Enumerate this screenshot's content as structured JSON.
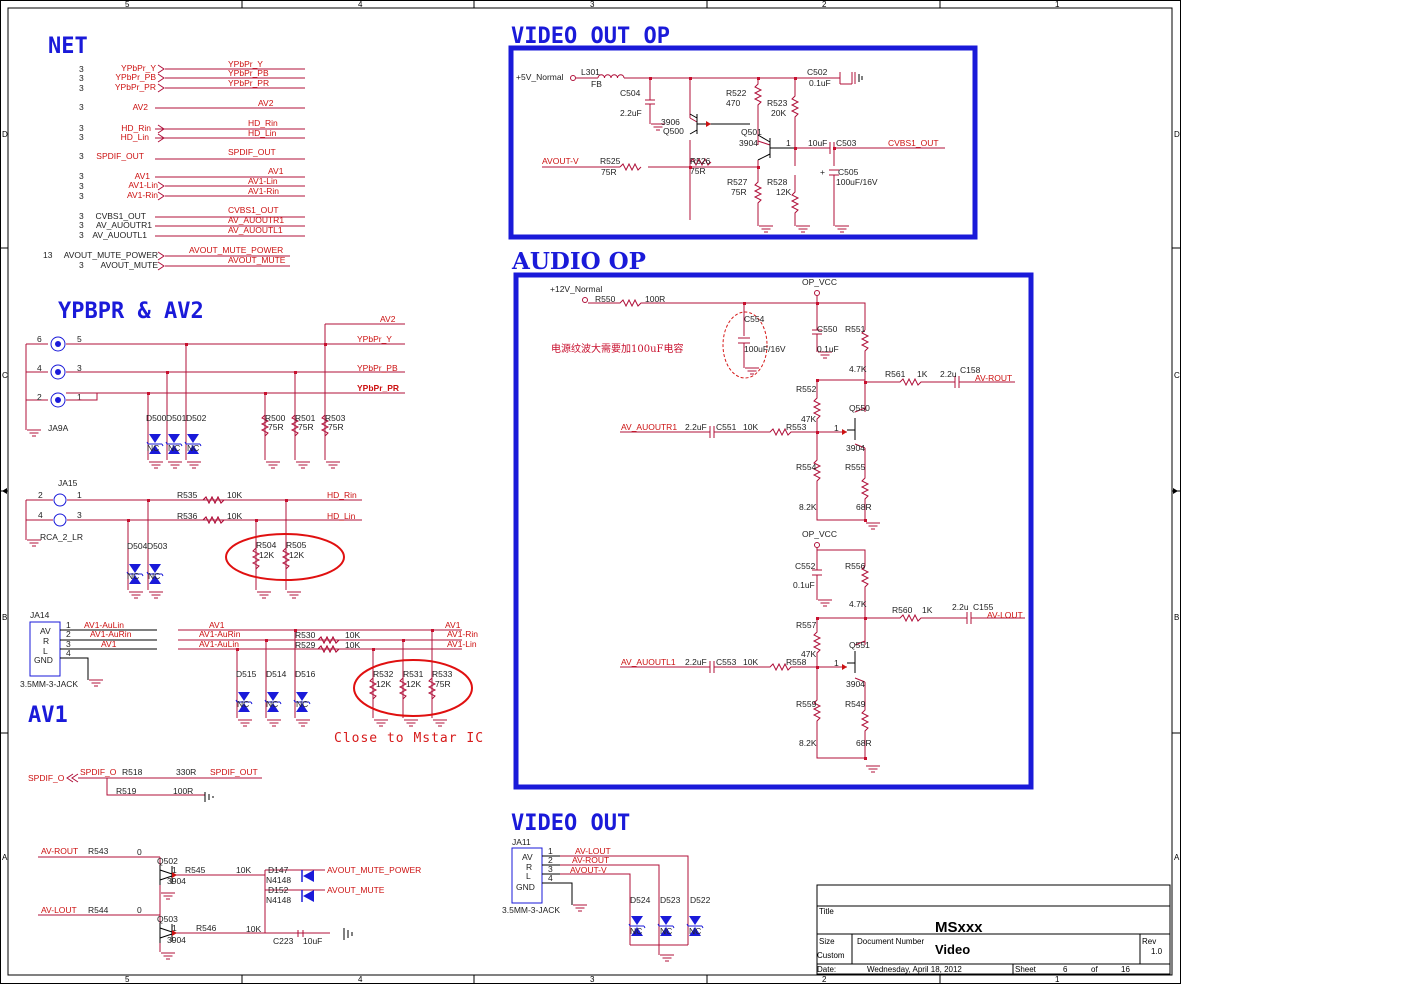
{
  "titles": {
    "net": "NET",
    "ypbpr": "YPBPR & AV2",
    "av1": "AV1",
    "video_out_op": "VIDEO OUT OP",
    "audio_op": "AUDIO OP",
    "video_out": "VIDEO OUT"
  },
  "border": {
    "cols": [
      "5",
      "4",
      "3",
      "2",
      "1"
    ],
    "rows": [
      "D",
      "C",
      "B",
      "A"
    ]
  },
  "net_list": [
    {
      "page": "3",
      "port": "YPbPr_Y",
      "net": "YPbPr_Y"
    },
    {
      "page": "3",
      "port": "YPbPr_PB",
      "net": "YPbPr_PB"
    },
    {
      "page": "3",
      "port": "YPbPr_PR",
      "net": "YPbPr_PR"
    },
    {
      "page": "3",
      "port": "AV2",
      "net": "AV2"
    },
    {
      "page": "3",
      "port": "HD_Rin",
      "net": "HD_Rin"
    },
    {
      "page": "3",
      "port": "HD_Lin",
      "net": "HD_Lin"
    },
    {
      "page": "3",
      "port": "SPDIF_OUT",
      "net": "SPDIF_OUT"
    },
    {
      "page": "3",
      "port": "AV1",
      "net": "AV1"
    },
    {
      "page": "3",
      "port": "AV1-Lin",
      "net": "AV1-Lin"
    },
    {
      "page": "3",
      "port": "AV1-Rin",
      "net": "AV1-Rin"
    },
    {
      "page": "3",
      "port": "CVBS1_OUT",
      "net": "CVBS1_OUT"
    },
    {
      "page": "3",
      "port": "AV_AUOUTR1",
      "net": "AV_AUOUTR1"
    },
    {
      "page": "3",
      "port": "AV_AUOUTL1",
      "net": "AV_AUOUTL1"
    },
    {
      "page": "13",
      "port": "AVOUT_MUTE_POWER",
      "net": "AVOUT_MUTE_POWER"
    },
    {
      "page": "3",
      "port": "AVOUT_MUTE",
      "net": "AVOUT_MUTE"
    }
  ],
  "ypbpr": {
    "jack": "JA9A",
    "pins": [
      {
        "l": "6",
        "r": "5"
      },
      {
        "l": "4",
        "r": "3"
      },
      {
        "l": "2",
        "r": "1"
      }
    ],
    "nets": [
      "AV2",
      "YPbPr_Y",
      "YPbPr_PB",
      "YPbPr_PR"
    ],
    "diodes": [
      "D500",
      "D501",
      "D502"
    ],
    "resistors": [
      {
        "ref": "R500",
        "val": "75R"
      },
      {
        "ref": "R501",
        "val": "75R"
      },
      {
        "ref": "R503",
        "val": "75R"
      }
    ],
    "nc": "NC"
  },
  "hd": {
    "jack_ref": "JA15",
    "jack": "RCA_2_LR",
    "pins": [
      {
        "l": "2",
        "r": "1"
      },
      {
        "l": "4",
        "r": "3"
      }
    ],
    "res_a": {
      "ref": "R535",
      "val": "10K"
    },
    "res_b": {
      "ref": "R536",
      "val": "10K"
    },
    "nets": [
      "HD_Rin",
      "HD_Lin"
    ],
    "diodes": [
      "D504",
      "D503"
    ],
    "pulldowns": [
      {
        "ref": "R504",
        "val": "12K"
      },
      {
        "ref": "R505",
        "val": "12K"
      }
    ]
  },
  "av1": {
    "jack_ref": "JA14",
    "jack": "3.5MM-3-JACK",
    "jack_labels": [
      "AV",
      "R",
      "L",
      "GND"
    ],
    "pins": [
      "1",
      "2",
      "3",
      "4"
    ],
    "pin_nets": [
      "AV1-AuLin",
      "AV1-AuRin",
      "AV1"
    ],
    "left_nets": [
      "AV1",
      "AV1-AuRin",
      "AV1-AuLin"
    ],
    "series": [
      {
        "ref": "R530",
        "val": "10K"
      },
      {
        "ref": "R529",
        "val": "10K"
      }
    ],
    "right_nets": [
      "AV1",
      "AV1-Rin",
      "AV1-Lin"
    ],
    "diodes": [
      "D515",
      "D514",
      "D516"
    ],
    "pulldowns": [
      {
        "ref": "R532",
        "val": "12K"
      },
      {
        "ref": "R531",
        "val": "12K"
      },
      {
        "ref": "R533",
        "val": "75R"
      }
    ],
    "note": "Close to Mstar IC"
  },
  "spdif": {
    "port": "SPDIF_O",
    "net_in": "SPDIF_O",
    "r1": {
      "ref": "R518",
      "val": "330R"
    },
    "net_out": "SPDIF_OUT",
    "r2": {
      "ref": "R519",
      "val": "100R"
    }
  },
  "mute": {
    "av_rout": "AV-ROUT",
    "r543": {
      "ref": "R543",
      "val": "0"
    },
    "av_lout": "AV-LOUT",
    "r544": {
      "ref": "R544",
      "val": "0"
    },
    "q502": "Q502",
    "q503": "Q503",
    "qtype": "3904",
    "r545": {
      "ref": "R545",
      "val": "10K"
    },
    "r546": {
      "ref": "R546",
      "val": "10K"
    },
    "d147": "D147",
    "d152": "D152",
    "dtype": "N4148",
    "net_power": "AVOUT_MUTE_POWER",
    "net_mute": "AVOUT_MUTE",
    "c223": {
      "ref": "C223",
      "val": "10uF"
    },
    "pin1": "1"
  },
  "video_op": {
    "supply": "+5V_Normal",
    "l301": {
      "ref": "L301",
      "val": "FB"
    },
    "c504": {
      "ref": "C504",
      "val": "2.2uF"
    },
    "q500": {
      "ref": "Q500",
      "type": "3906"
    },
    "r522": {
      "ref": "R522",
      "val": "470"
    },
    "r523": {
      "ref": "R523",
      "val": "20K"
    },
    "q501": {
      "ref": "Q501",
      "type": "3904"
    },
    "c502": {
      "ref": "C502",
      "val": "0.1uF"
    },
    "c503": {
      "ref": "C503",
      "val": "10uF"
    },
    "c505": {
      "ref": "C505",
      "val": "100uF/16V"
    },
    "out_net": "CVBS1_OUT",
    "in_net": "AVOUT-V",
    "r525": {
      "ref": "R525",
      "val": "75R"
    },
    "r526": {
      "ref": "R526",
      "val": "75R"
    },
    "r527": {
      "ref": "R527",
      "val": "75R"
    },
    "r528": {
      "ref": "R528",
      "val": "12K"
    },
    "pin1": "1"
  },
  "audio_op": {
    "supply": "+12V_Normal",
    "r550": {
      "ref": "R550",
      "val": "100R"
    },
    "op_vcc": "OP_VCC",
    "c554": {
      "ref": "C554",
      "val": "100uF/16V"
    },
    "note_cn": "电源纹波大需要加100uF电容",
    "c550": {
      "ref": "C550",
      "val": "0.1uF"
    },
    "r551": {
      "ref": "R551",
      "val": "4.7K"
    },
    "r561": {
      "ref": "R561",
      "val": "1K"
    },
    "c158": {
      "ref": "C158",
      "val": "2.2u"
    },
    "rout": "AV-ROUT",
    "r552": {
      "ref": "R552",
      "val": "47K"
    },
    "q550": {
      "ref": "Q550",
      "type": "3904"
    },
    "inr": "AV_AUOUTR1",
    "c551": {
      "ref": "C551",
      "val": "2.2uF"
    },
    "r553": {
      "ref": "R553",
      "val": "10K"
    },
    "r554": {
      "ref": "R554",
      "val": "8.2K"
    },
    "r555": {
      "ref": "R555",
      "val": "68R"
    },
    "c552": {
      "ref": "C552",
      "val": "0.1uF"
    },
    "r556": {
      "ref": "R556",
      "val": "4.7K"
    },
    "r560": {
      "ref": "R560",
      "val": "1K"
    },
    "c155": {
      "ref": "C155",
      "val": "2.2u"
    },
    "lout": "AV-LOUT",
    "r557": {
      "ref": "R557",
      "val": "47K"
    },
    "q551": {
      "ref": "Q551",
      "type": "3904"
    },
    "inl": "AV_AUOUTL1",
    "c553": {
      "ref": "C553",
      "val": "2.2uF"
    },
    "r558": {
      "ref": "R558",
      "val": "10K"
    },
    "r559": {
      "ref": "R559",
      "val": "8.2K"
    },
    "r549": {
      "ref": "R549",
      "val": "68R"
    },
    "pin1": "1"
  },
  "video_out": {
    "jack_ref": "JA11",
    "jack": "3.5MM-3-JACK",
    "jack_labels": [
      "AV",
      "R",
      "L",
      "GND"
    ],
    "pins": [
      "1",
      "2",
      "3",
      "4"
    ],
    "nets": [
      "AV-LOUT",
      "AV-ROUT",
      "AVOUT-V"
    ],
    "diodes": [
      "D524",
      "D523",
      "D522"
    ],
    "nc": "NC"
  },
  "title_block": {
    "title_label": "Title",
    "title": "MSxxx",
    "size_label": "Size",
    "size": "Custom",
    "doc_label": "Document Number",
    "doc": "Video",
    "rev_label": "Rev",
    "rev": "1.0",
    "date_label": "Date:",
    "date": "Wednesday, April 18, 2012",
    "sheet_label": "Sheet",
    "sheet": "6",
    "of_label": "of",
    "of": "16"
  }
}
